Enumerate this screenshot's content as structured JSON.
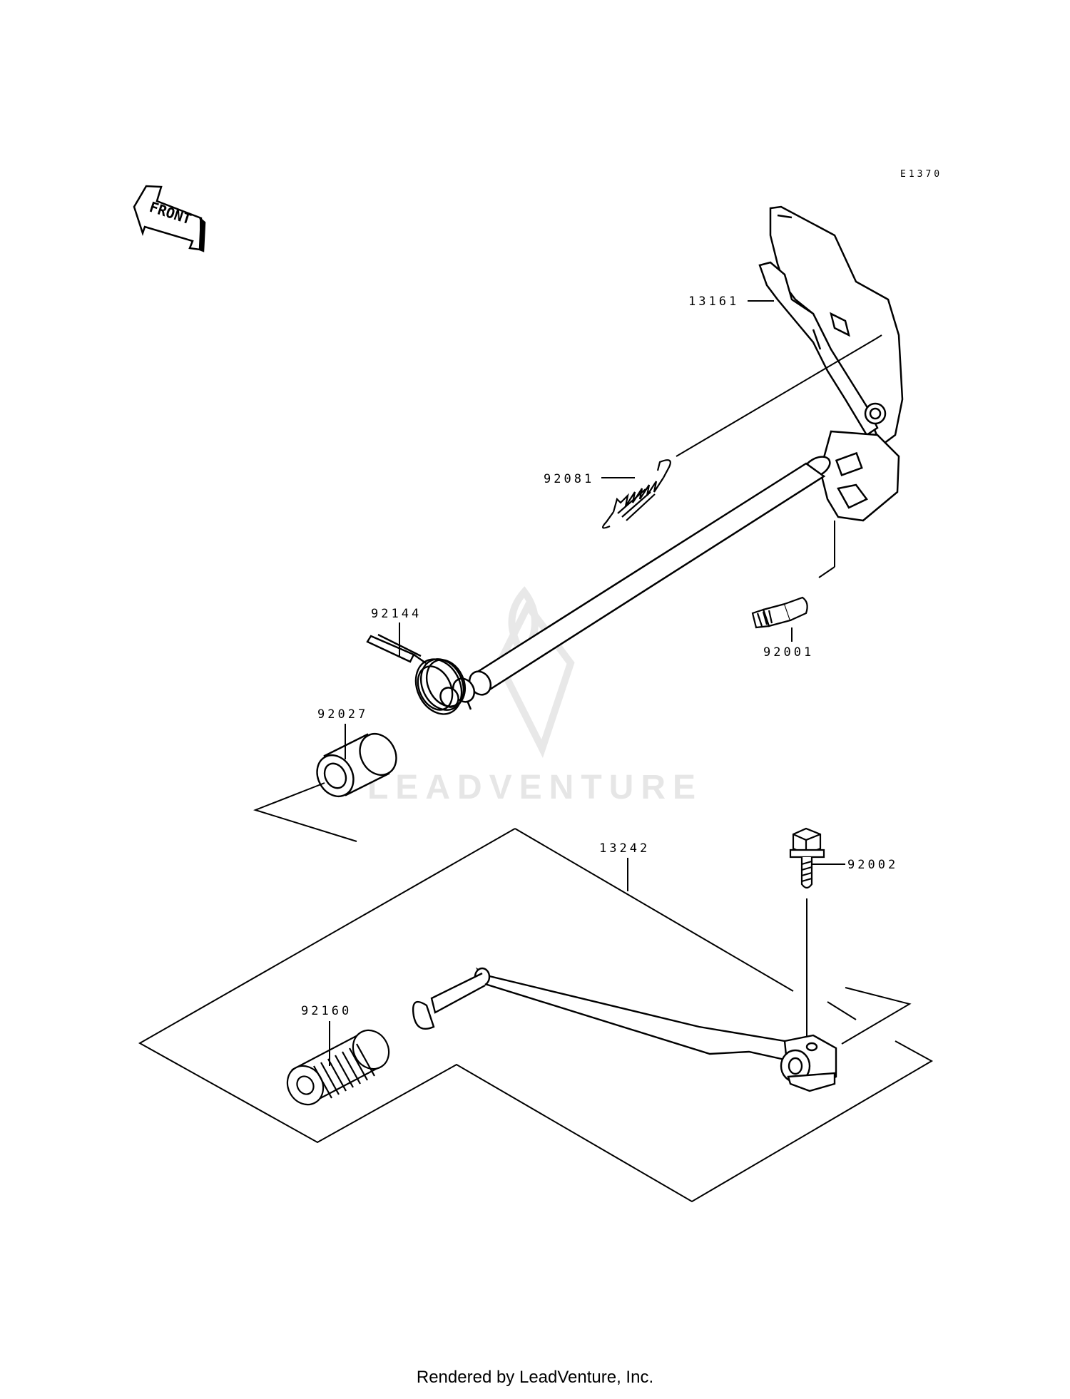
{
  "diagram": {
    "code": "E1370",
    "front_label": "FRONT",
    "watermark": "LEADVENTURE",
    "parts": {
      "p13161": "13161",
      "p92081": "92081",
      "p92001": "92001",
      "p92144": "92144",
      "p92027": "92027",
      "p13242": "13242",
      "p92002": "92002",
      "p92160": "92160"
    },
    "colors": {
      "line": "#000000",
      "watermark": "#e6e6e6"
    }
  },
  "footer": {
    "rendered_by": "Rendered by LeadVenture, Inc."
  }
}
